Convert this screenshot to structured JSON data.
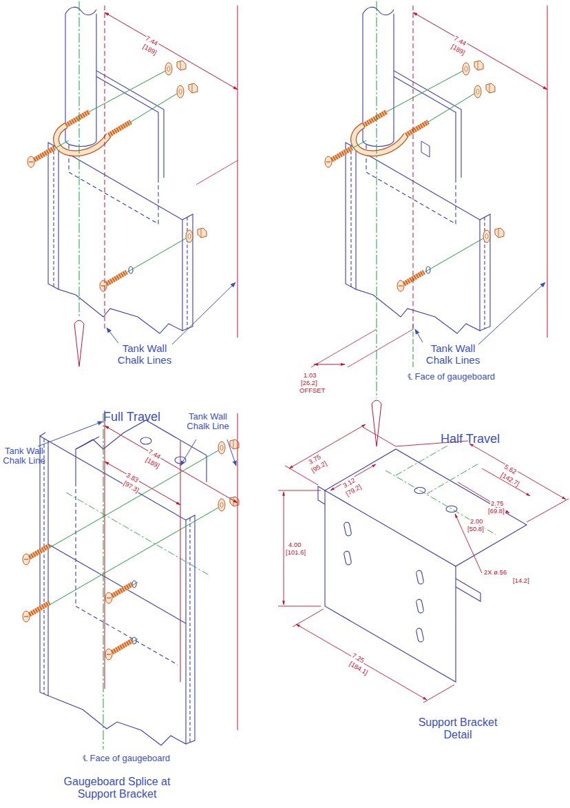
{
  "diagram": {
    "labels": [
      "7.44",
      "[189]",
      "Tank Wall Chalk Lines",
      "Full Travel",
      "7.44",
      "[189]",
      "Tank Wall Chalk Lines",
      "1.03",
      "[26.2]",
      "OFFSET",
      "℄ Face of gaugeboard",
      "Half Travel",
      "Tank Wall Chalk Line",
      "7.44",
      "[189]",
      "3.83",
      "[97.3]",
      "Tank Wall Chalk Line",
      "℄ Face of gaugeboard",
      "Gaugeboard Splice at Support Bracket",
      "3.75",
      "[95.2]",
      "3.12",
      "[79.2]",
      "5.62",
      "[142.7]",
      "2.75",
      "[69.8]",
      "2.00",
      "[50.8]",
      "4.00",
      "[101.6]",
      "2X ø.56",
      "[14.2]",
      "7.25",
      "[184.1]",
      "Support Bracket Detail"
    ]
  }
}
